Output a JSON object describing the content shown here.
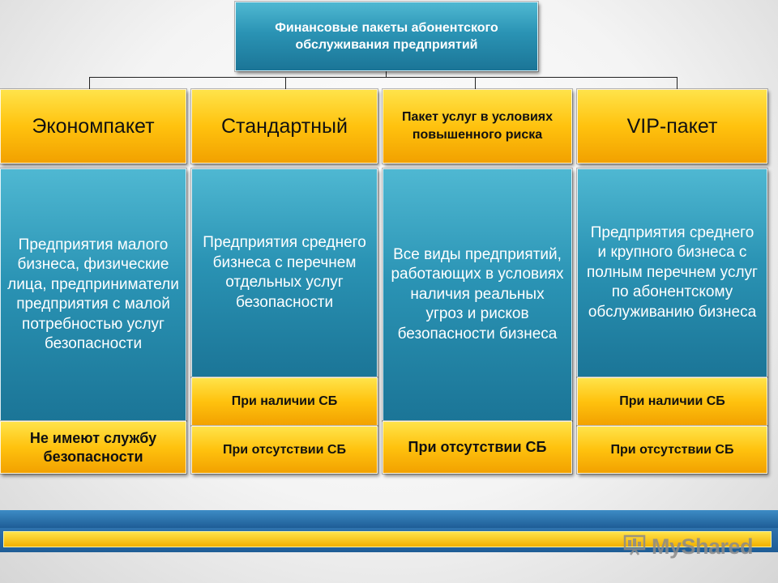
{
  "root": {
    "title": "Финансовые пакеты абонентского обслуживания предприятий"
  },
  "packages": [
    {
      "name": "Экономпакет",
      "description": "Предприятия малого бизнеса, физические лица, предприниматели предприятия с малой потребностью услуг безопасности",
      "conditions": [
        "Не имеют службу безопасности"
      ]
    },
    {
      "name": "Стандартный",
      "description": "Предприятия среднего бизнеса с перечнем отдельных услуг безопасности",
      "conditions": [
        "При наличии СБ",
        "При отсутствии СБ"
      ]
    },
    {
      "name": "Пакет услуг в условиях повышенного риска",
      "description": "Все виды предприятий, работающих в условиях наличия реальных угроз и рисков безопасности бизнеса",
      "conditions": [
        "При отсутствии СБ"
      ]
    },
    {
      "name": "VIP-пакет",
      "description": "Предприятия среднего и крупного бизнеса с полным перечнем услуг по абонентскому обслуживанию бизнеса",
      "conditions": [
        "При наличии СБ",
        "При отсутствии СБ"
      ]
    }
  ],
  "watermark": {
    "text": "MyShared"
  },
  "colors": {
    "blue": "#2a93b4",
    "yellow": "#ffc20e",
    "footer_blue": "#1e5d96"
  }
}
